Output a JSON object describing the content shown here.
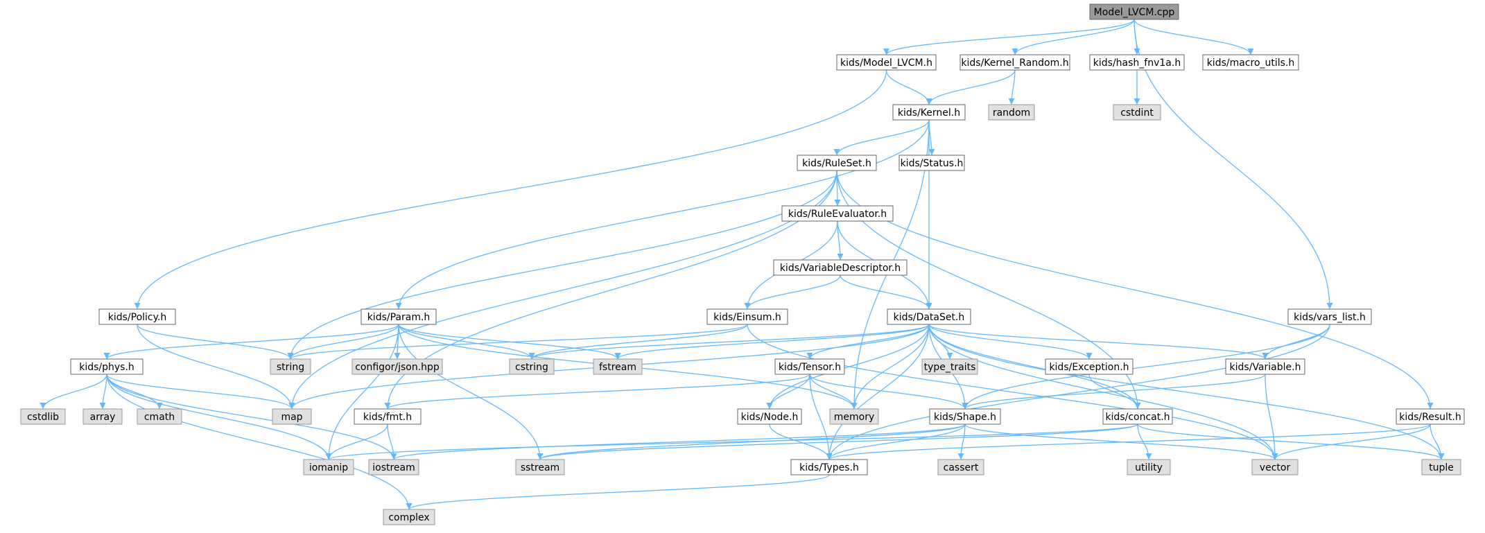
{
  "colors": {
    "root_fill": "#999999",
    "root_border": "#666666",
    "header_fill": "#ffffff",
    "header_border": "#666666",
    "system_fill": "#e0e0e0",
    "system_border": "#999999",
    "edge": "#63b8ff"
  },
  "nodes": [
    {
      "id": "root",
      "label": "Model_LVCM.cpp",
      "kind": "root"
    },
    {
      "id": "model_lvcm_h",
      "label": "kids/Model_LVCM.h",
      "kind": "header"
    },
    {
      "id": "kernel_random_h",
      "label": "kids/Kernel_Random.h",
      "kind": "header"
    },
    {
      "id": "hash_fnv1a_h",
      "label": "kids/hash_fnv1a.h",
      "kind": "header"
    },
    {
      "id": "macro_utils_h",
      "label": "kids/macro_utils.h",
      "kind": "header"
    },
    {
      "id": "kernel_h",
      "label": "kids/Kernel.h",
      "kind": "header"
    },
    {
      "id": "random",
      "label": "random",
      "kind": "system"
    },
    {
      "id": "cstdint",
      "label": "cstdint",
      "kind": "system"
    },
    {
      "id": "ruleset_h",
      "label": "kids/RuleSet.h",
      "kind": "header"
    },
    {
      "id": "status_h",
      "label": "kids/Status.h",
      "kind": "header"
    },
    {
      "id": "ruleevaluator_h",
      "label": "kids/RuleEvaluator.h",
      "kind": "header"
    },
    {
      "id": "variabledescriptor_h",
      "label": "kids/VariableDescriptor.h",
      "kind": "header"
    },
    {
      "id": "policy_h",
      "label": "kids/Policy.h",
      "kind": "header"
    },
    {
      "id": "param_h",
      "label": "kids/Param.h",
      "kind": "header"
    },
    {
      "id": "einsum_h",
      "label": "kids/Einsum.h",
      "kind": "header"
    },
    {
      "id": "dataset_h",
      "label": "kids/DataSet.h",
      "kind": "header"
    },
    {
      "id": "vars_list_h",
      "label": "kids/vars_list.h",
      "kind": "header"
    },
    {
      "id": "phys_h",
      "label": "kids/phys.h",
      "kind": "header"
    },
    {
      "id": "string",
      "label": "string",
      "kind": "system"
    },
    {
      "id": "configor",
      "label": "configor/json.hpp",
      "kind": "system"
    },
    {
      "id": "cstring",
      "label": "cstring",
      "kind": "system"
    },
    {
      "id": "fstream",
      "label": "fstream",
      "kind": "system"
    },
    {
      "id": "type_traits",
      "label": "type_traits",
      "kind": "system"
    },
    {
      "id": "tensor_h",
      "label": "kids/Tensor.h",
      "kind": "header"
    },
    {
      "id": "exception_h",
      "label": "kids/Exception.h",
      "kind": "header"
    },
    {
      "id": "variable_h",
      "label": "kids/Variable.h",
      "kind": "header"
    },
    {
      "id": "cstdlib",
      "label": "cstdlib",
      "kind": "system"
    },
    {
      "id": "array",
      "label": "array",
      "kind": "system"
    },
    {
      "id": "cmath",
      "label": "cmath",
      "kind": "system"
    },
    {
      "id": "map",
      "label": "map",
      "kind": "system"
    },
    {
      "id": "fmt_h",
      "label": "kids/fmt.h",
      "kind": "header"
    },
    {
      "id": "memory",
      "label": "memory",
      "kind": "system"
    },
    {
      "id": "node_h",
      "label": "kids/Node.h",
      "kind": "header"
    },
    {
      "id": "shape_h",
      "label": "kids/Shape.h",
      "kind": "header"
    },
    {
      "id": "concat_h",
      "label": "kids/concat.h",
      "kind": "header"
    },
    {
      "id": "result_h",
      "label": "kids/Result.h",
      "kind": "header"
    },
    {
      "id": "iomanip",
      "label": "iomanip",
      "kind": "system"
    },
    {
      "id": "iostream",
      "label": "iostream",
      "kind": "system"
    },
    {
      "id": "sstream",
      "label": "sstream",
      "kind": "system"
    },
    {
      "id": "types_h",
      "label": "kids/Types.h",
      "kind": "header"
    },
    {
      "id": "cassert",
      "label": "cassert",
      "kind": "system"
    },
    {
      "id": "utility",
      "label": "utility",
      "kind": "system"
    },
    {
      "id": "vector",
      "label": "vector",
      "kind": "system"
    },
    {
      "id": "tuple",
      "label": "tuple",
      "kind": "system"
    },
    {
      "id": "complex",
      "label": "complex",
      "kind": "system"
    }
  ],
  "edges": [
    [
      "root",
      "model_lvcm_h"
    ],
    [
      "root",
      "kernel_random_h"
    ],
    [
      "root",
      "hash_fnv1a_h"
    ],
    [
      "root",
      "macro_utils_h"
    ],
    [
      "root",
      "vars_list_h"
    ],
    [
      "model_lvcm_h",
      "kernel_h"
    ],
    [
      "model_lvcm_h",
      "policy_h"
    ],
    [
      "kernel_random_h",
      "kernel_h"
    ],
    [
      "kernel_random_h",
      "random"
    ],
    [
      "hash_fnv1a_h",
      "cstdint"
    ],
    [
      "kernel_h",
      "ruleset_h"
    ],
    [
      "kernel_h",
      "status_h"
    ],
    [
      "kernel_h",
      "param_h"
    ],
    [
      "kernel_h",
      "dataset_h"
    ],
    [
      "kernel_h",
      "memory"
    ],
    [
      "ruleset_h",
      "ruleevaluator_h"
    ],
    [
      "ruleset_h",
      "string"
    ],
    [
      "ruleset_h",
      "map"
    ],
    [
      "ruleset_h",
      "fmt_h"
    ],
    [
      "ruleset_h",
      "result_h"
    ],
    [
      "ruleset_h",
      "concat_h"
    ],
    [
      "ruleevaluator_h",
      "variabledescriptor_h"
    ],
    [
      "ruleevaluator_h",
      "einsum_h"
    ],
    [
      "ruleevaluator_h",
      "dataset_h"
    ],
    [
      "variabledescriptor_h",
      "dataset_h"
    ],
    [
      "variabledescriptor_h",
      "einsum_h"
    ],
    [
      "policy_h",
      "string"
    ],
    [
      "policy_h",
      "map"
    ],
    [
      "param_h",
      "phys_h"
    ],
    [
      "param_h",
      "string"
    ],
    [
      "param_h",
      "configor"
    ],
    [
      "param_h",
      "cstring"
    ],
    [
      "param_h",
      "fstream"
    ],
    [
      "param_h",
      "iomanip"
    ],
    [
      "param_h",
      "memory"
    ],
    [
      "param_h",
      "sstream"
    ],
    [
      "einsum_h",
      "string"
    ],
    [
      "einsum_h",
      "cstring"
    ],
    [
      "einsum_h",
      "vector"
    ],
    [
      "dataset_h",
      "fstream"
    ],
    [
      "dataset_h",
      "type_traits"
    ],
    [
      "dataset_h",
      "tensor_h"
    ],
    [
      "dataset_h",
      "exception_h"
    ],
    [
      "dataset_h",
      "variable_h"
    ],
    [
      "dataset_h",
      "memory"
    ],
    [
      "dataset_h",
      "map"
    ],
    [
      "dataset_h",
      "node_h"
    ],
    [
      "dataset_h",
      "shape_h"
    ],
    [
      "dataset_h",
      "concat_h"
    ],
    [
      "dataset_h",
      "types_h"
    ],
    [
      "dataset_h",
      "vector"
    ],
    [
      "dataset_h",
      "tuple"
    ],
    [
      "dataset_h",
      "cstring"
    ],
    [
      "vars_list_h",
      "variable_h"
    ],
    [
      "vars_list_h",
      "shape_h"
    ],
    [
      "vars_list_h",
      "types_h"
    ],
    [
      "phys_h",
      "cstdlib"
    ],
    [
      "phys_h",
      "array"
    ],
    [
      "phys_h",
      "cmath"
    ],
    [
      "phys_h",
      "map"
    ],
    [
      "phys_h",
      "iomanip"
    ],
    [
      "phys_h",
      "iostream"
    ],
    [
      "phys_h",
      "complex"
    ],
    [
      "tensor_h",
      "node_h"
    ],
    [
      "tensor_h",
      "memory"
    ],
    [
      "tensor_h",
      "shape_h"
    ],
    [
      "tensor_h",
      "types_h"
    ],
    [
      "tensor_h",
      "fmt_h"
    ],
    [
      "exception_h",
      "concat_h"
    ],
    [
      "variable_h",
      "shape_h"
    ],
    [
      "variable_h",
      "vector"
    ],
    [
      "fmt_h",
      "iomanip"
    ],
    [
      "fmt_h",
      "iostream"
    ],
    [
      "node_h",
      "types_h"
    ],
    [
      "shape_h",
      "cassert"
    ],
    [
      "shape_h",
      "sstream"
    ],
    [
      "shape_h",
      "vector"
    ],
    [
      "shape_h",
      "types_h"
    ],
    [
      "shape_h",
      "iostream"
    ],
    [
      "concat_h",
      "utility"
    ],
    [
      "concat_h",
      "sstream"
    ],
    [
      "concat_h",
      "tuple"
    ],
    [
      "concat_h",
      "iomanip"
    ],
    [
      "result_h",
      "tuple"
    ],
    [
      "result_h",
      "vector"
    ],
    [
      "result_h",
      "types_h"
    ],
    [
      "types_h",
      "complex"
    ]
  ]
}
